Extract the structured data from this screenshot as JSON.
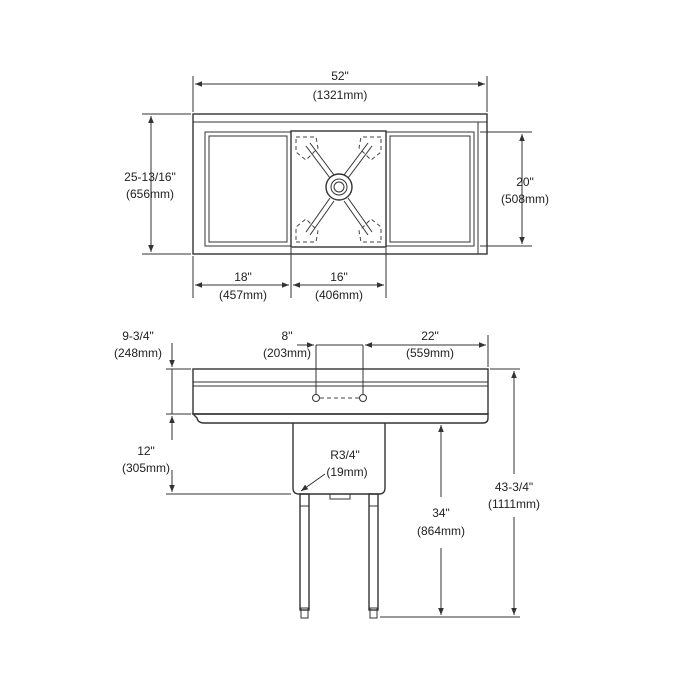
{
  "colors": {
    "line": "#333333",
    "text": "#222222",
    "background": "#ffffff"
  },
  "top_view": {
    "overall_width": {
      "imperial": "52\"",
      "metric": "(1321mm)"
    },
    "overall_depth": {
      "imperial": "25-13/16\"",
      "metric": "(656mm)"
    },
    "bowl_front_to_back": {
      "imperial": "20\"",
      "metric": "(508mm)"
    },
    "left_drainboard": {
      "imperial": "18\"",
      "metric": "(457mm)"
    },
    "bowl_width": {
      "imperial": "16\"",
      "metric": "(406mm)"
    }
  },
  "front_view": {
    "backsplash_height": {
      "imperial": "9-3/4\"",
      "metric": "(248mm)"
    },
    "faucet_centers": {
      "imperial": "8\"",
      "metric": "(203mm)"
    },
    "right_drainboard": {
      "imperial": "22\"",
      "metric": "(559mm)"
    },
    "bowl_depth": {
      "imperial": "12\"",
      "metric": "(305mm)"
    },
    "corner_radius": {
      "imperial": "R3/4\"",
      "metric": "(19mm)"
    },
    "rim_height": {
      "imperial": "34\"",
      "metric": "(864mm)"
    },
    "overall_height": {
      "imperial": "43-3/4\"",
      "metric": "(1111mm)"
    }
  }
}
